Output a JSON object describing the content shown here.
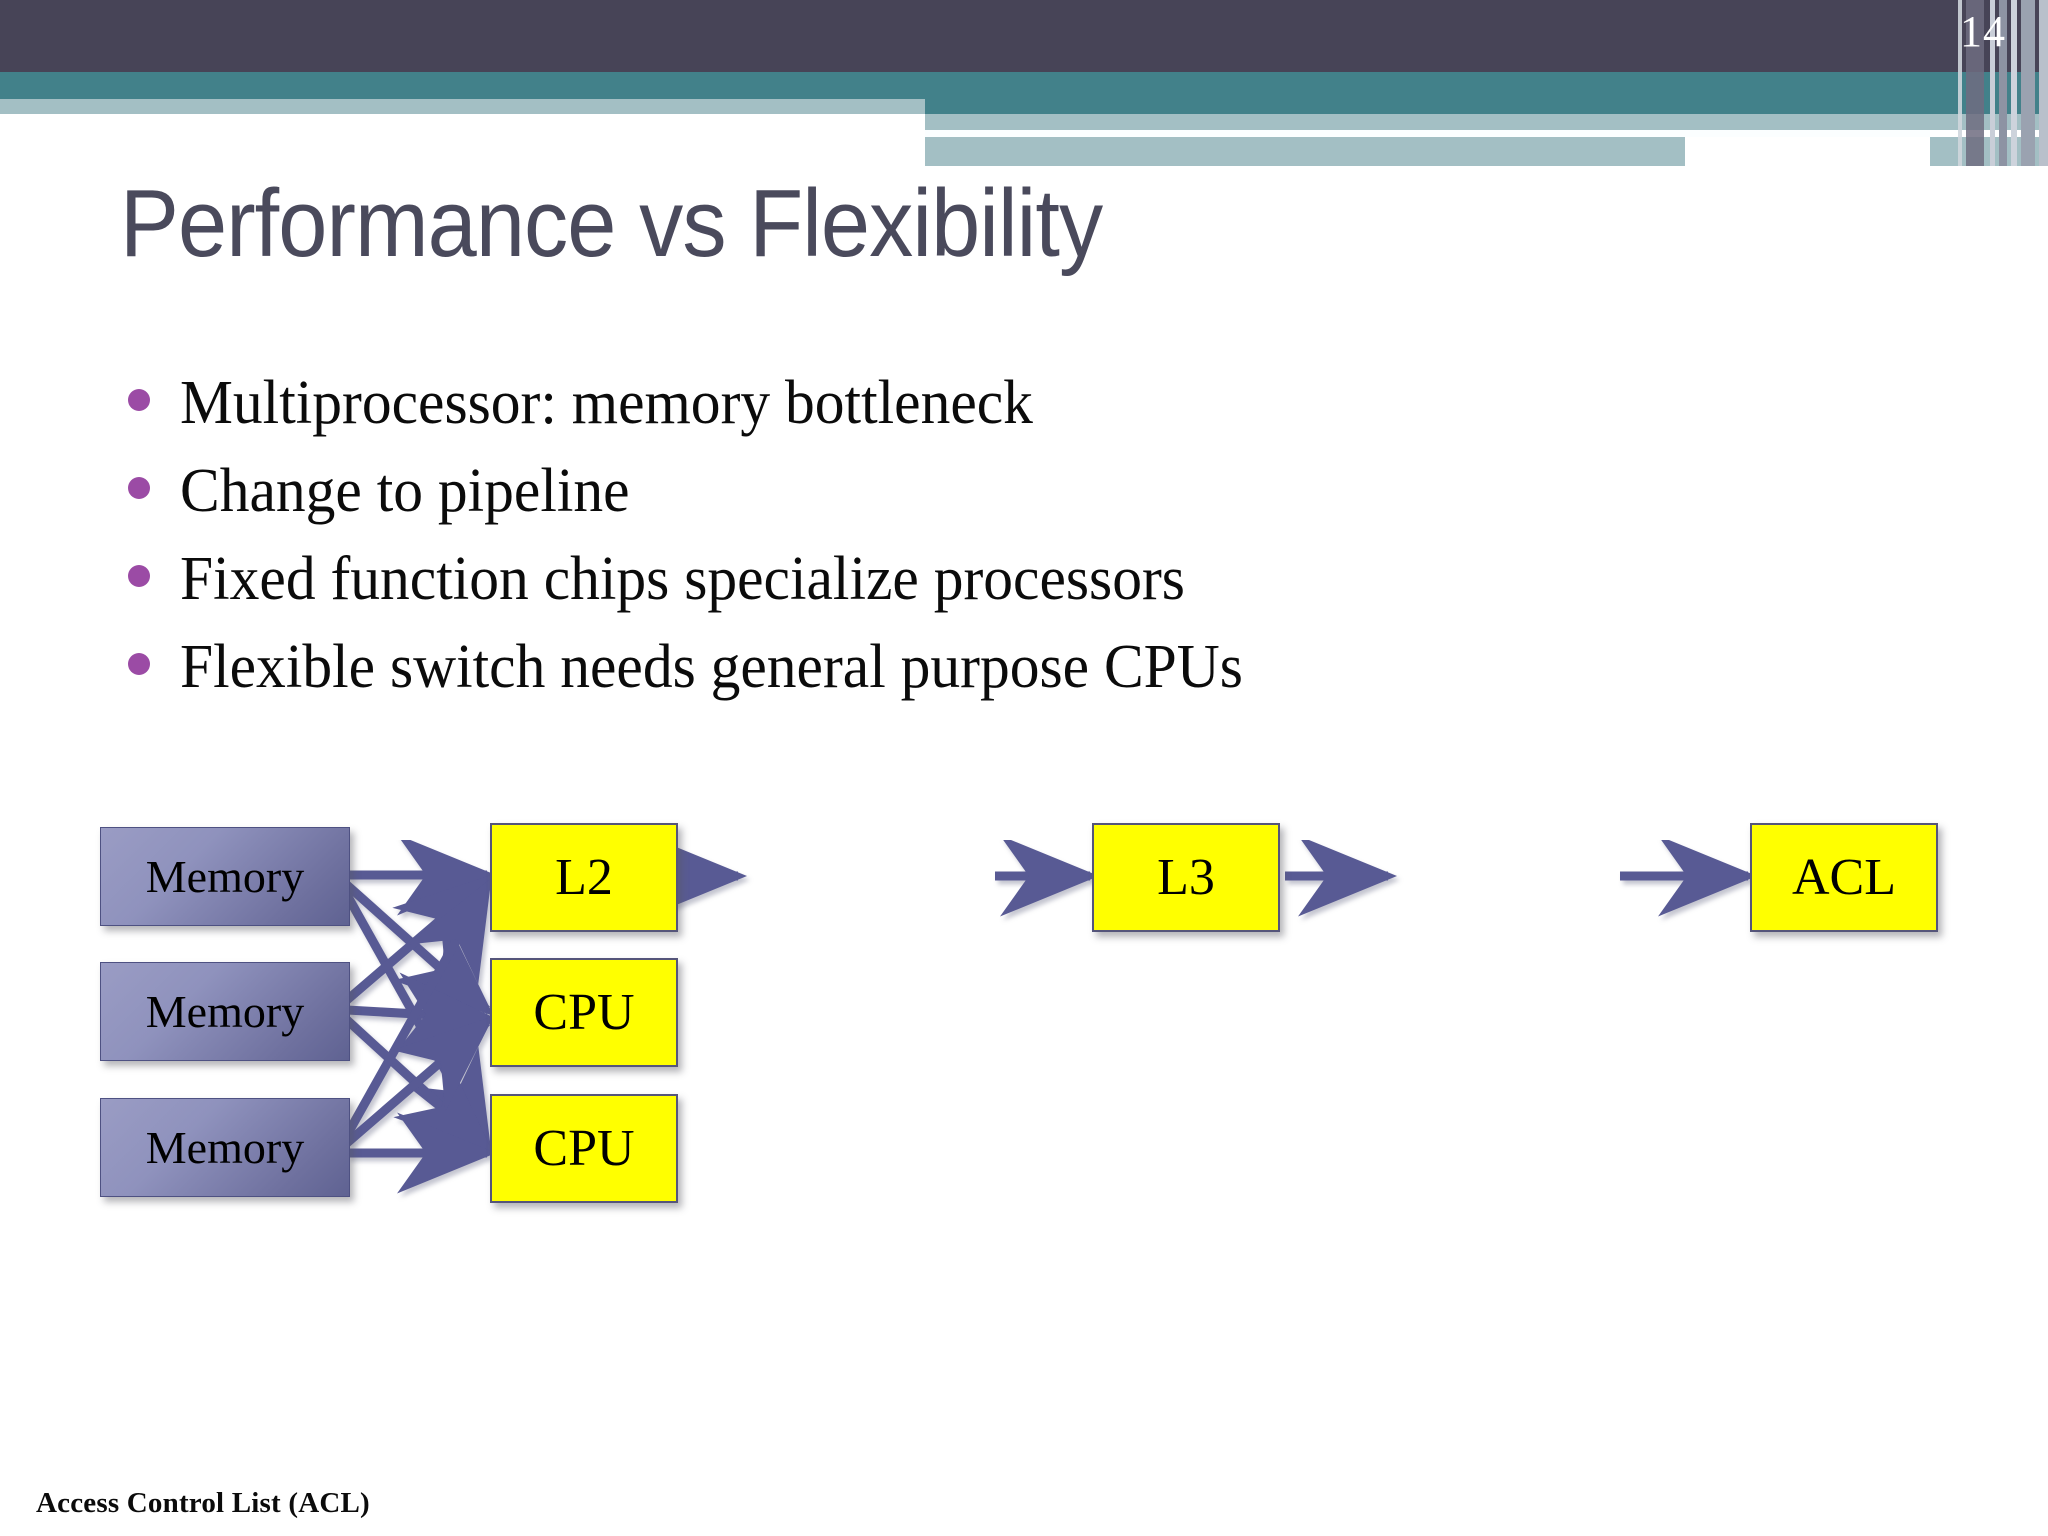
{
  "slide": {
    "page_number": "14",
    "title": "Performance vs Flexibility",
    "footer_note": "Access Control List (ACL)",
    "colors": {
      "header_dark": "#474457",
      "teal": "#42818A",
      "pale_teal": "#A3BFC4",
      "title_text": "#4A4A5C",
      "bullet_marker": "#9B4BA5",
      "memory_box": "#7B7EAC",
      "yellow_box": "#FFFF00",
      "arrow": "#585A94",
      "box_border": "#55557A"
    }
  },
  "bullets": [
    {
      "text": "Multiprocessor: memory bottleneck"
    },
    {
      "text": "Change to pipeline"
    },
    {
      "text": "Fixed function chips specialize processors"
    },
    {
      "text": "Flexible switch needs general purpose CPUs"
    }
  ],
  "diagram": {
    "memory_nodes": [
      {
        "label": "Memory"
      },
      {
        "label": "Memory"
      },
      {
        "label": "Memory"
      }
    ],
    "processing_nodes": [
      {
        "label": "L2"
      },
      {
        "label": "CPU"
      },
      {
        "label": "CPU"
      }
    ],
    "pipeline_nodes": [
      {
        "label": "L3"
      },
      {
        "label": "ACL"
      }
    ]
  }
}
